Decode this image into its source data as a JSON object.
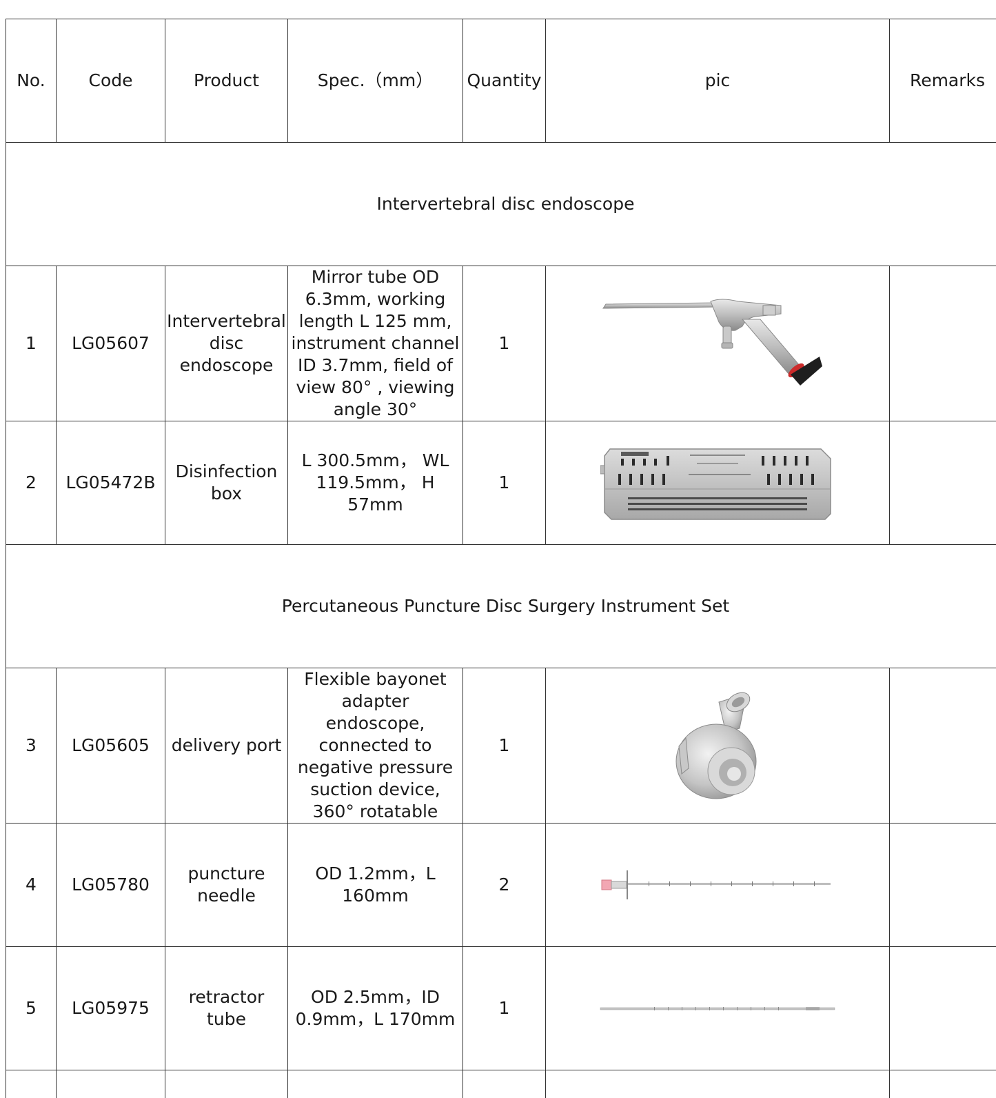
{
  "headers": {
    "no": "No.",
    "code": "Code",
    "product": "Product",
    "spec": "Spec.（mm）",
    "quantity": "Quantity",
    "pic": "pic",
    "remarks": "Remarks"
  },
  "sections": [
    "Intervertebral disc endoscope",
    "Percutaneous Puncture Disc Surgery Instrument Set"
  ],
  "rows": [
    {
      "no": "1",
      "code": "LG05607",
      "product": "Intervertebral disc endoscope",
      "spec": "Mirror tube OD 6.3mm, working length L 125 mm, instrument channel ID 3.7mm, field of view 80° , viewing angle 30°",
      "quantity": "1",
      "pic": "endoscope-image",
      "remarks": ""
    },
    {
      "no": "2",
      "code": "LG05472B",
      "product": "Disinfection box",
      "spec": "L 300.5mm， WL 119.5mm， H 57mm",
      "quantity": "1",
      "pic": "disinfection-box-image",
      "remarks": ""
    },
    {
      "no": "3",
      "code": "LG05605",
      "product": "delivery port",
      "spec": "Flexible bayonet adapter endoscope, connected to negative pressure suction device, 360° rotatable",
      "quantity": "1",
      "pic": "delivery-port-image",
      "remarks": ""
    },
    {
      "no": "4",
      "code": "LG05780",
      "product": "puncture needle",
      "spec": "OD 1.2mm，L 160mm",
      "quantity": "2",
      "pic": "puncture-needle-image",
      "remarks": ""
    },
    {
      "no": "5",
      "code": "LG05975",
      "product": "retractor tube",
      "spec": "OD 2.5mm，ID 0.9mm，L 170mm",
      "quantity": "1",
      "pic": "retractor-tube-image",
      "remarks": ""
    }
  ]
}
